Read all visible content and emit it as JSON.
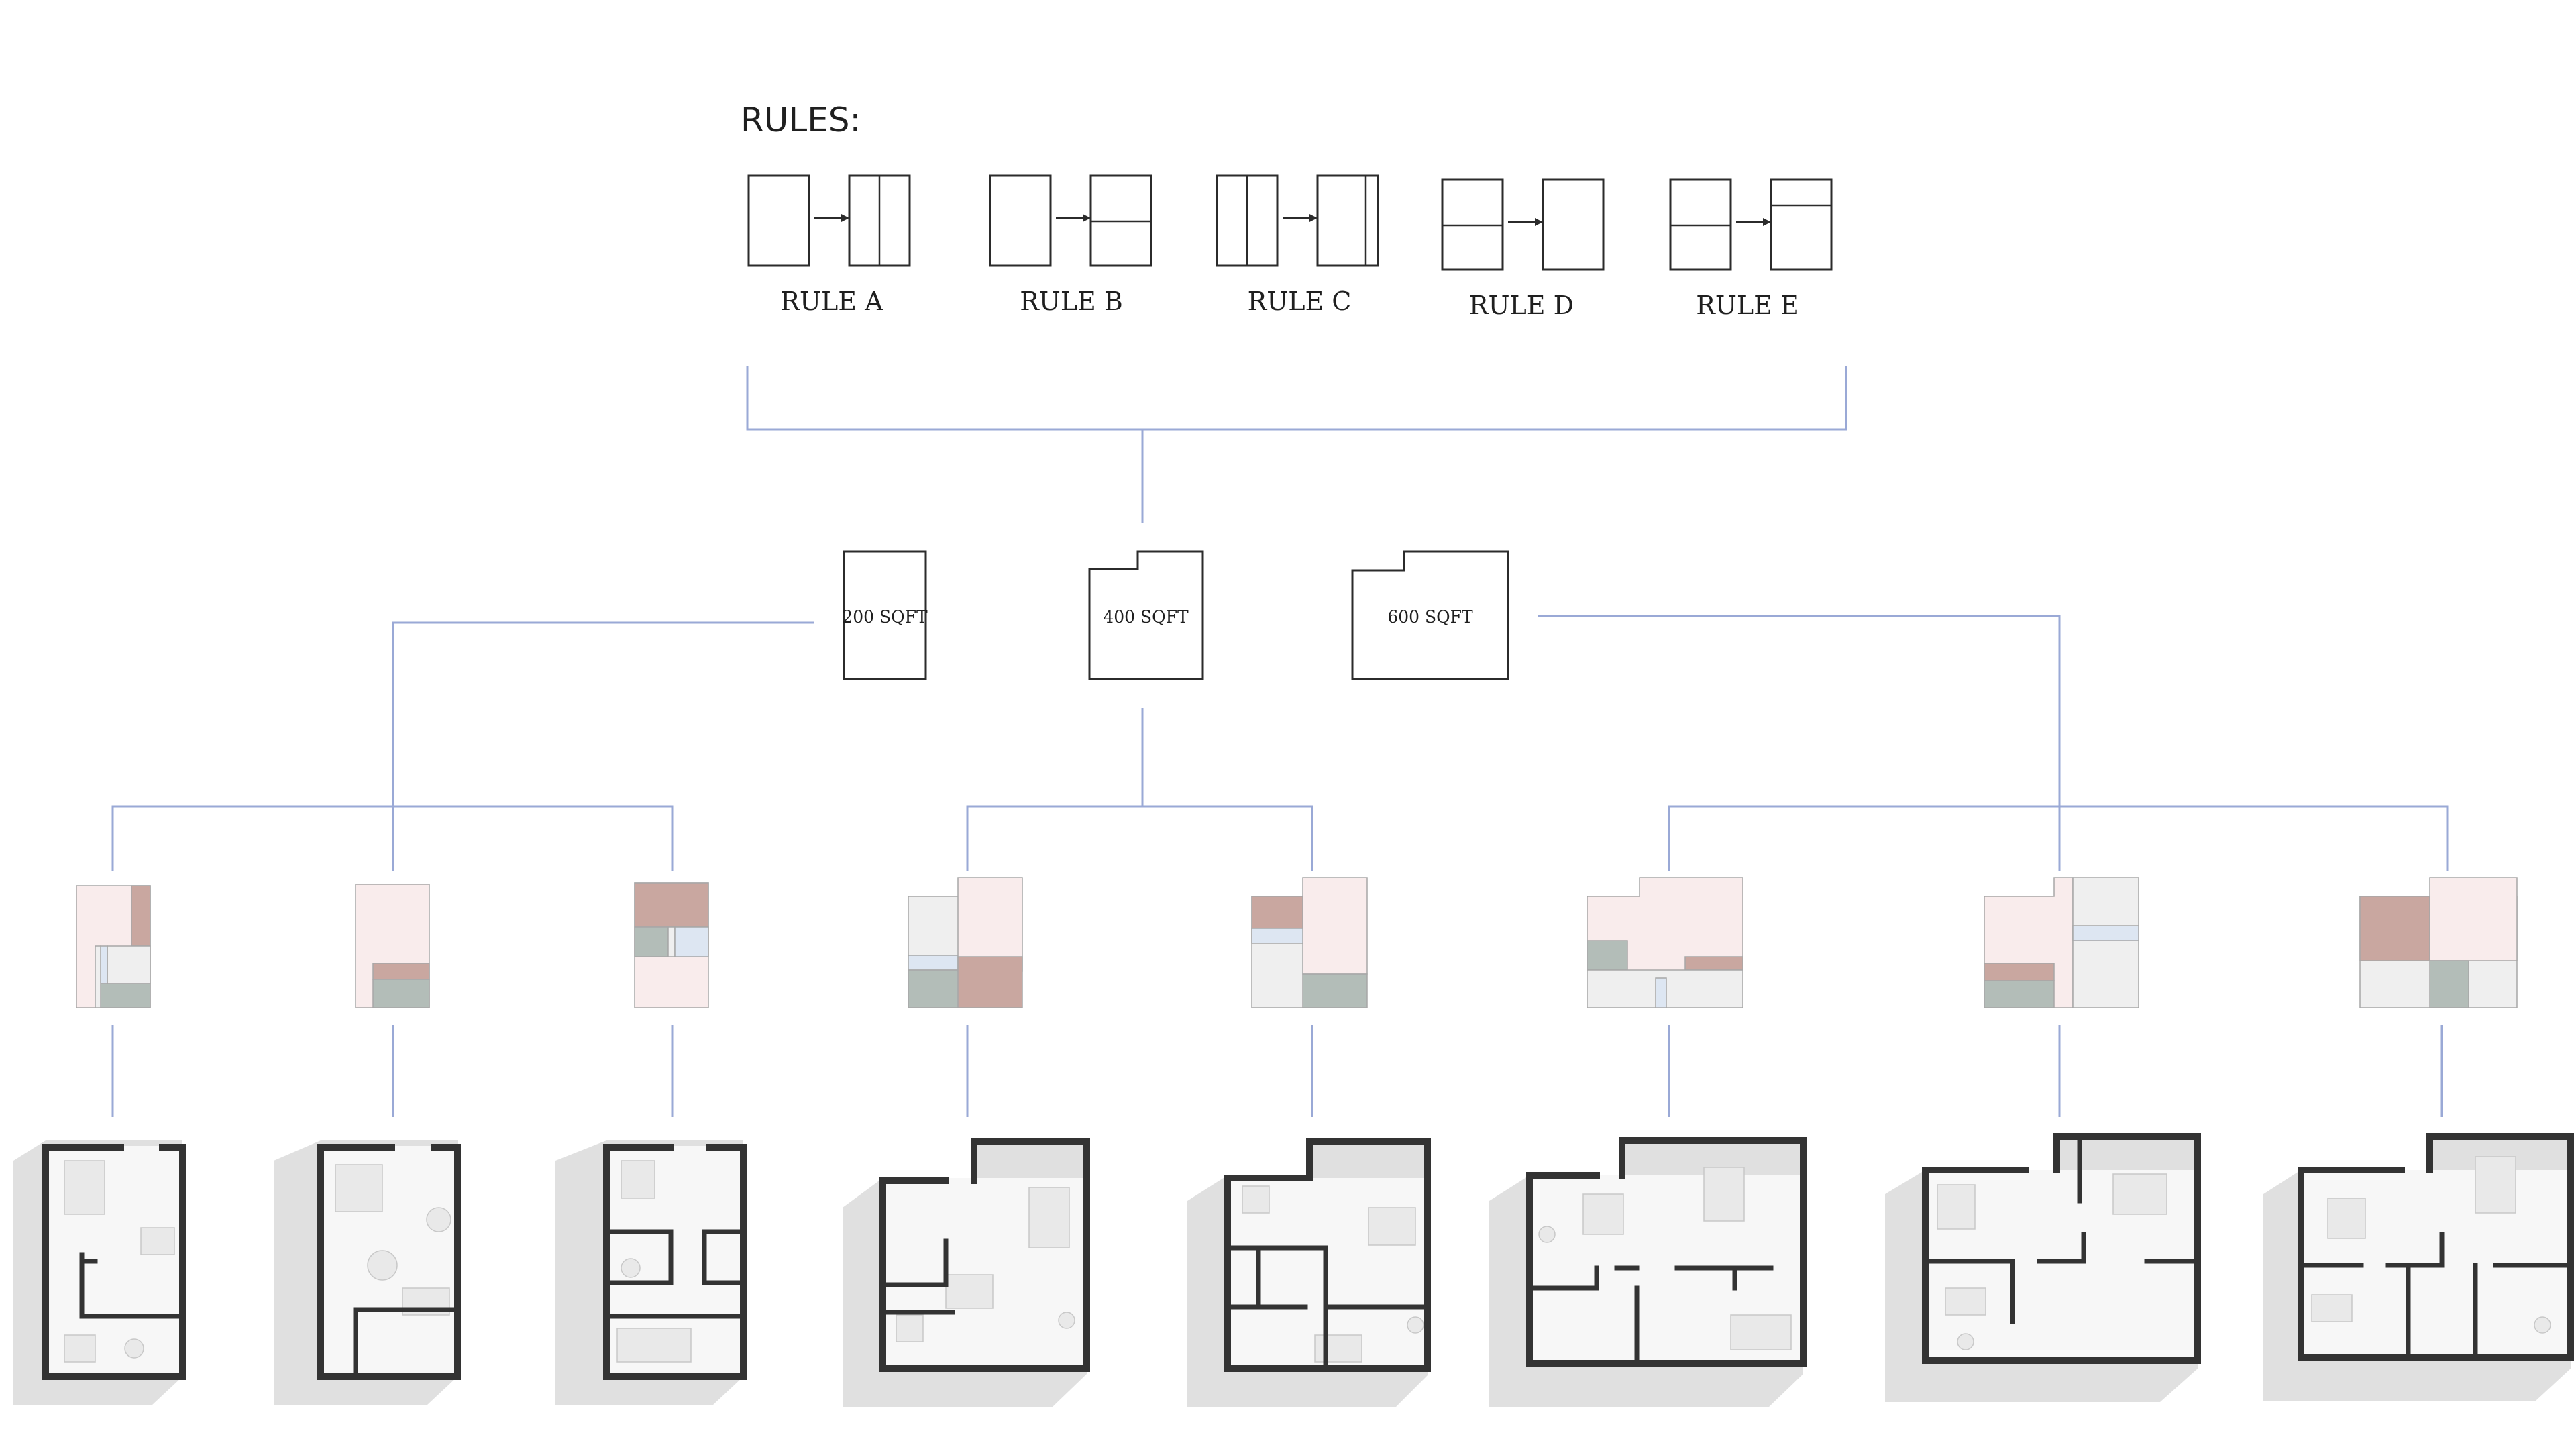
{
  "title": "RULES:",
  "rules": [
    {
      "label": "RULE A"
    },
    {
      "label": "RULE B"
    },
    {
      "label": "RULE C"
    },
    {
      "label": "RULE D"
    },
    {
      "label": "RULE E"
    }
  ],
  "unit_sizes": [
    {
      "label": "200 SQFT"
    },
    {
      "label": "400 SQFT"
    },
    {
      "label": "600 SQFT"
    }
  ],
  "colors": {
    "connector": "#9aa9d6",
    "pink": "#f9ecec",
    "rose": "#c9a7a0",
    "sage": "#b3bdb8",
    "grey": "#efefef",
    "blue": "#dde6f2"
  },
  "variants_per_size": [
    3,
    2,
    3
  ]
}
